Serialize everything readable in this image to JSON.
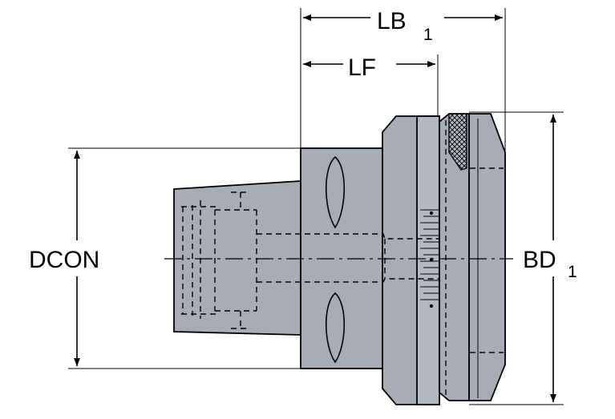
{
  "diagram": {
    "labels": {
      "lb": "LB",
      "lb_sub": "1",
      "lf": "LF",
      "dcon": "DCON",
      "bd": "BD",
      "bd_sub": "1"
    },
    "colors": {
      "body": "#a8acb6",
      "outline": "#000000",
      "background": "#ffffff"
    }
  }
}
